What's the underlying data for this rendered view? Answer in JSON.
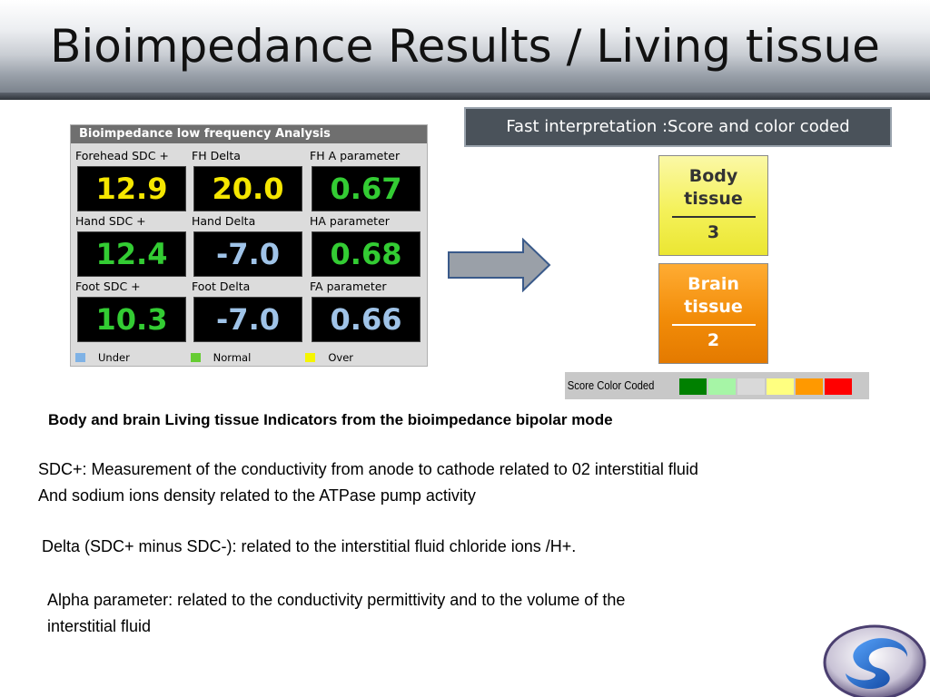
{
  "title": "Bioimpedance Results / Living tissue",
  "panel": {
    "header": "Bioimpedance low frequency Analysis",
    "cells": [
      {
        "label": "Forehead SDC +",
        "value": "12.9",
        "color": "#f5e600"
      },
      {
        "label": "FH Delta",
        "value": "20.0",
        "color": "#f5e600"
      },
      {
        "label": "FH A parameter",
        "value": "0.67",
        "color": "#33cc33"
      },
      {
        "label": "Hand SDC +",
        "value": "12.4",
        "color": "#33cc33"
      },
      {
        "label": "Hand Delta",
        "value": "-7.0",
        "color": "#9fc3e8"
      },
      {
        "label": "HA parameter",
        "value": "0.68",
        "color": "#33cc33"
      },
      {
        "label": "Foot SDC +",
        "value": "10.3",
        "color": "#33cc33"
      },
      {
        "label": "Foot Delta",
        "value": "-7.0",
        "color": "#9fc3e8"
      },
      {
        "label": "FA parameter",
        "value": "0.66",
        "color": "#9fc3e8"
      }
    ],
    "legend": [
      {
        "label": "Under",
        "color": "#7fb2e5"
      },
      {
        "label": "Normal",
        "color": "#66cc33"
      },
      {
        "label": "Over",
        "color": "#f5f500"
      }
    ]
  },
  "callout": "Fast interpretation :Score and color coded",
  "tiles": {
    "body": {
      "line1": "Body",
      "line2": "tissue",
      "score": "3"
    },
    "brain": {
      "line1": "Brain",
      "line2": "tissue",
      "score": "2"
    }
  },
  "score_legend": {
    "label": "Score Color Coded",
    "colors": [
      "#008000",
      "#a6f5a6",
      "#d9d9d9",
      "#ffff80",
      "#ff9900",
      "#ff0000"
    ]
  },
  "subheading": "Body and brain Living tissue Indicators  from the bioimpedance  bipolar mode",
  "paragraphs": {
    "sdc_line1": "SDC+: Measurement of the conductivity from anode to cathode  related to 02 interstitial fluid",
    "sdc_line2": "And sodium ions density related to the ATPase pump activity",
    "delta": "Delta (SDC+ minus SDC-): related to the interstitial fluid chloride ions /H+.",
    "alpha_line1": "Alpha parameter: related to the conductivity permittivity  and to the volume of the",
    "alpha_line2": "interstitial fluid"
  },
  "icons": {
    "arrow": "right-arrow-icon",
    "logo": "company-logo-icon"
  }
}
